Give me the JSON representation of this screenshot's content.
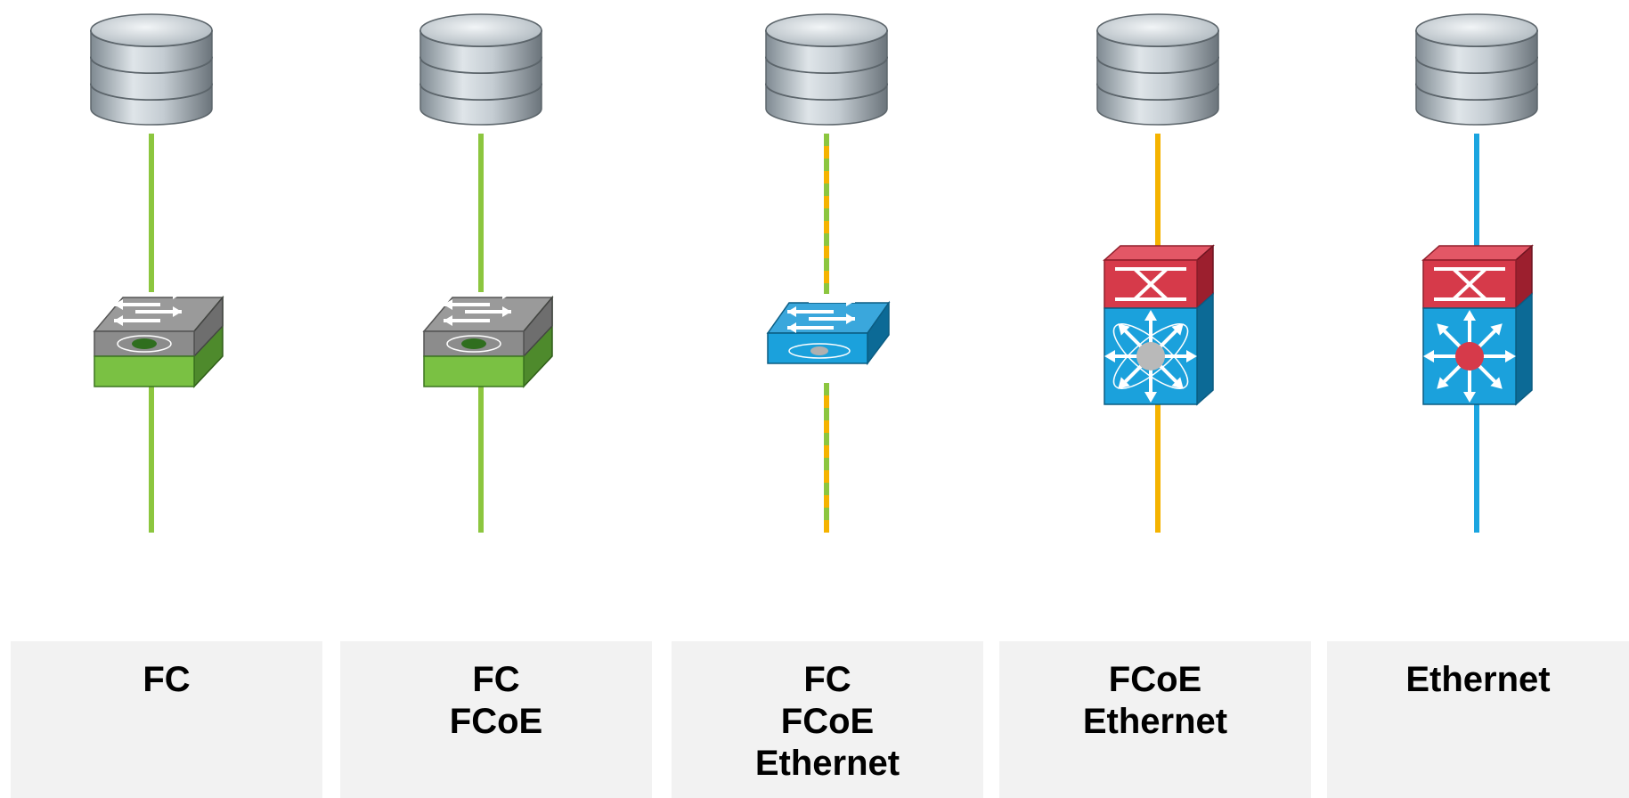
{
  "colors": {
    "fc_link": "#8cc63f",
    "fcoe_link": "#f5b300",
    "ethernet_link": "#1ba5e0",
    "device_blue": "#1ba1dc",
    "device_blue_dark": "#0c6a96",
    "switch_gray": "#8c8c8c",
    "switch_green": "#7ac143",
    "nexus_red": "#d63a4a",
    "label_bg": "#f2f2f2"
  },
  "columns": [
    {
      "id": "fc",
      "labels": [
        "FC"
      ],
      "link_style": "fc",
      "switch_type": "mds-fc-switch",
      "icons": [
        "storage-array-icon",
        "fc-switch-icon",
        "server-icon"
      ]
    },
    {
      "id": "fc-fcoe",
      "labels": [
        "FC",
        "FCoE"
      ],
      "link_style": "fc",
      "switch_type": "mds-fc-switch",
      "icons": [
        "storage-array-icon",
        "fc-switch-icon",
        "server-icon"
      ]
    },
    {
      "id": "fc-fcoe-ethernet",
      "labels": [
        "FC",
        "FCoE",
        "Ethernet"
      ],
      "link_style": "mixed",
      "switch_type": "workgroup-switch",
      "icons": [
        "storage-array-icon",
        "workgroup-switch-icon",
        "server-icon"
      ]
    },
    {
      "id": "fcoe-ethernet",
      "labels": [
        "FCoE",
        "Ethernet"
      ],
      "link_style": "fcoe",
      "switch_type": "nexus-switch-gray",
      "icons": [
        "storage-array-icon",
        "nexus-switch-icon",
        "server-icon"
      ]
    },
    {
      "id": "ethernet",
      "labels": [
        "Ethernet"
      ],
      "link_style": "ethernet",
      "switch_type": "nexus-switch-red",
      "icons": [
        "storage-array-icon",
        "nexus-switch-icon",
        "server-icon"
      ]
    }
  ]
}
